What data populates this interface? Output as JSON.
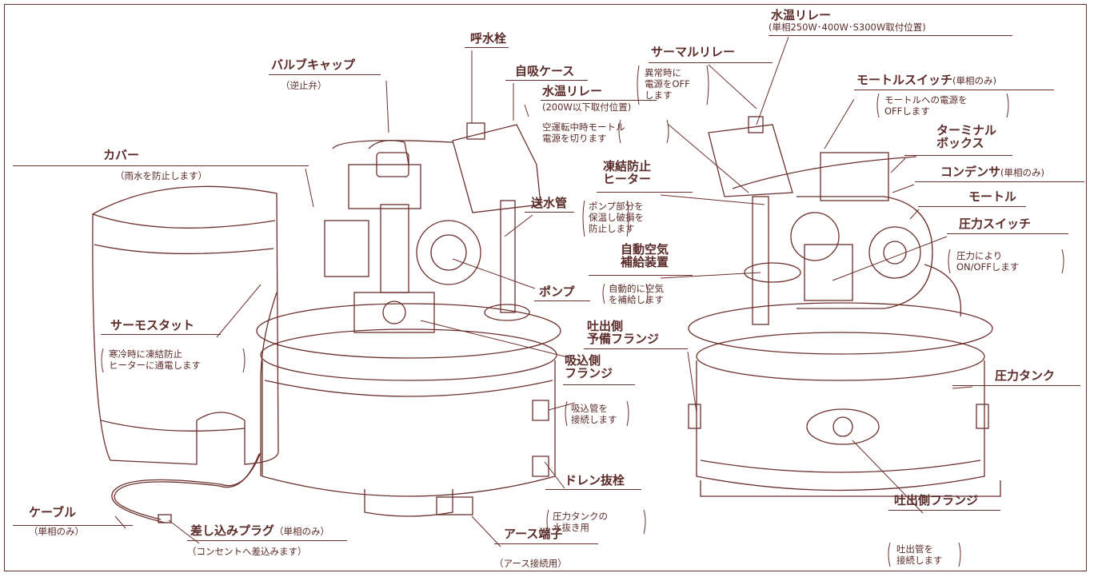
{
  "labels": {
    "valve_cap": {
      "title": "バルブキャップ",
      "note": "（逆止弁）"
    },
    "priming_plug": {
      "title": "呼水栓"
    },
    "self_priming_case": {
      "title": "自吸ケース"
    },
    "water_temp_relay_left": {
      "title": "水温リレー",
      "sub": "(200W以下取付位置)",
      "note": "空運転中時モートル\n電源を切ります"
    },
    "cover": {
      "title": "カバー",
      "note": "（雨水を防止します）"
    },
    "freeze_heater": {
      "title": "凍結防止\nヒーター",
      "note": "ポンプ部分を\n保温し破損を\n防止します"
    },
    "delivery_pipe": {
      "title": "送水管"
    },
    "auto_air": {
      "title": "自動空気\n補給装置",
      "note": "自動的に空気\nを補給します"
    },
    "pump": {
      "title": "ポンプ"
    },
    "thermostat": {
      "title": "サーモスタット",
      "note": "寒冷時に凍結防止\nヒーターに通電します"
    },
    "suction_flange": {
      "title": "吸込側\nフランジ",
      "note": "吸込管を\n接続します"
    },
    "drain_plug": {
      "title": "ドレン抜栓",
      "note": "圧力タンクの\n水抜き用"
    },
    "cable": {
      "title": "ケーブル",
      "note": "（単相のみ）"
    },
    "plug": {
      "title": "差し込みプラグ",
      "sub": "（単相のみ）",
      "note": "（コンセントへ差込みます）"
    },
    "earth": {
      "title": "アース端子",
      "note": "（アース接続用）"
    },
    "water_temp_relay_right": {
      "title": "水温リレー",
      "sub": "(単相250W･400W･S300W取付位置)"
    },
    "thermal_relay": {
      "title": "サーマルリレー",
      "note": "異常時に\n電源をOFF\nします"
    },
    "motor_switch": {
      "title": "モートルスイッチ",
      "sub": "(単相のみ)",
      "note": "モートルへの電源を\nOFFします"
    },
    "terminal_box": {
      "title": "ターミナル\nボックス"
    },
    "condenser": {
      "title": "コンデンサ",
      "sub": "(単相のみ)"
    },
    "motor": {
      "title": "モートル"
    },
    "pressure_switch": {
      "title": "圧力スイッチ",
      "note": "圧力により\nON/OFFします"
    },
    "spare_flange": {
      "title": "吐出側\n予備フランジ"
    },
    "pressure_tank": {
      "title": "圧力タンク"
    },
    "discharge_flange": {
      "title": "吐出側フランジ",
      "note": "吐出管を\n接続します"
    }
  },
  "colors": {
    "line": "#6b2f2b",
    "text": "#5a2b28",
    "fill": "#ffffff"
  }
}
